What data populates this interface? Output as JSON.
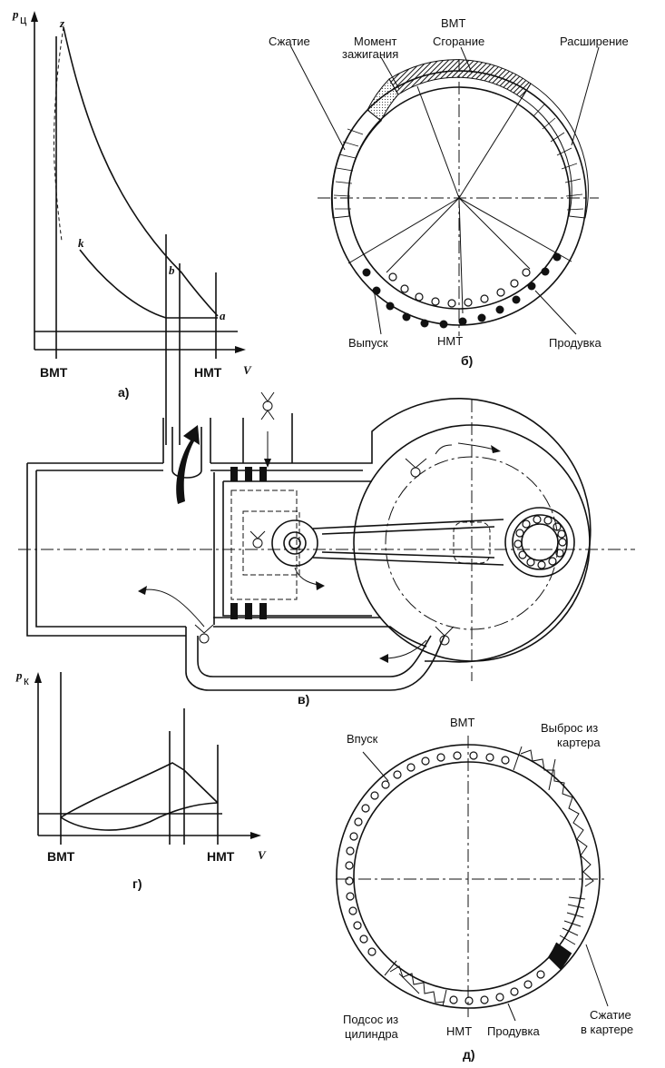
{
  "graph_a": {
    "axis_y": "p",
    "axis_y_sub": "ц",
    "axis_x": "V",
    "point_z": "z",
    "point_k": "k",
    "point_b": "b",
    "point_a": "a",
    "tick_left": "ВМТ",
    "tick_right": "НМТ",
    "caption": "а)"
  },
  "circle_b": {
    "top": "ВМТ",
    "combustion": "Сгорание",
    "ignition_line1": "Момент",
    "ignition_line2": "зажигания",
    "compression": "Сжатие",
    "expansion": "Расширение",
    "exhaust": "Выпуск",
    "bottom": "НМТ",
    "scavenge": "Продувка",
    "caption": "б)"
  },
  "engine": {
    "caption": "в)"
  },
  "graph_g": {
    "axis_y": "p",
    "axis_y_sub": "к",
    "axis_x": "V",
    "tick_left": "ВМТ",
    "tick_right": "НМТ",
    "caption": "г)"
  },
  "circle_d": {
    "top": "ВМТ",
    "intake": "Впуск",
    "discharge_line1": "Выброс из",
    "discharge_line2": "картера",
    "suction_line1": "Подсос из",
    "suction_line2": "цилиндра",
    "bottom": "НМТ",
    "scavenge": "Продувка",
    "comp_line1": "Сжатие",
    "comp_line2": "в картере",
    "caption": "д)"
  }
}
